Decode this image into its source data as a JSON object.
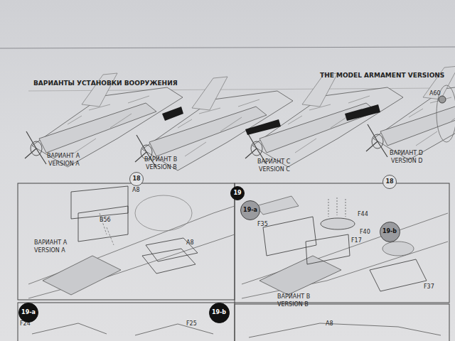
{
  "diagram": {
    "title": "ВАРИАНТЫ УСТАНОВКИ ВООРУЖЕНИЯ",
    "nodes": [
      {
        "text": [
          "18"
        ]
      },
      {
        "text": [
          "19"
        ]
      },
      {
        "text": [
          "19-a"
        ]
      },
      {
        "text": [
          "18"
        ]
      },
      {
        "text": [
          "19-b"
        ]
      },
      {
        "text": [
          "19-a"
        ]
      },
      {
        "text": [
          "19-b"
        ]
      }
    ],
    "labels": [
      "THE MODEL ARMAMENT VERSIONS",
      "ВАРИАНТ A",
      "VERSION A",
      "ВАРИАНТ B",
      "VERSION B",
      "ВАРИАНТ C",
      "VERSION C",
      "ВАРИАНТ D",
      "VERSION D",
      "A60",
      "A8",
      "B56",
      "A8",
      "ВАРИАНТ A",
      "VERSION A",
      "F35",
      "F44",
      "F40",
      "F17",
      "ВАРИАНТ B",
      "VERSION B",
      "F37",
      "F24",
      "F25",
      "A8"
    ]
  }
}
